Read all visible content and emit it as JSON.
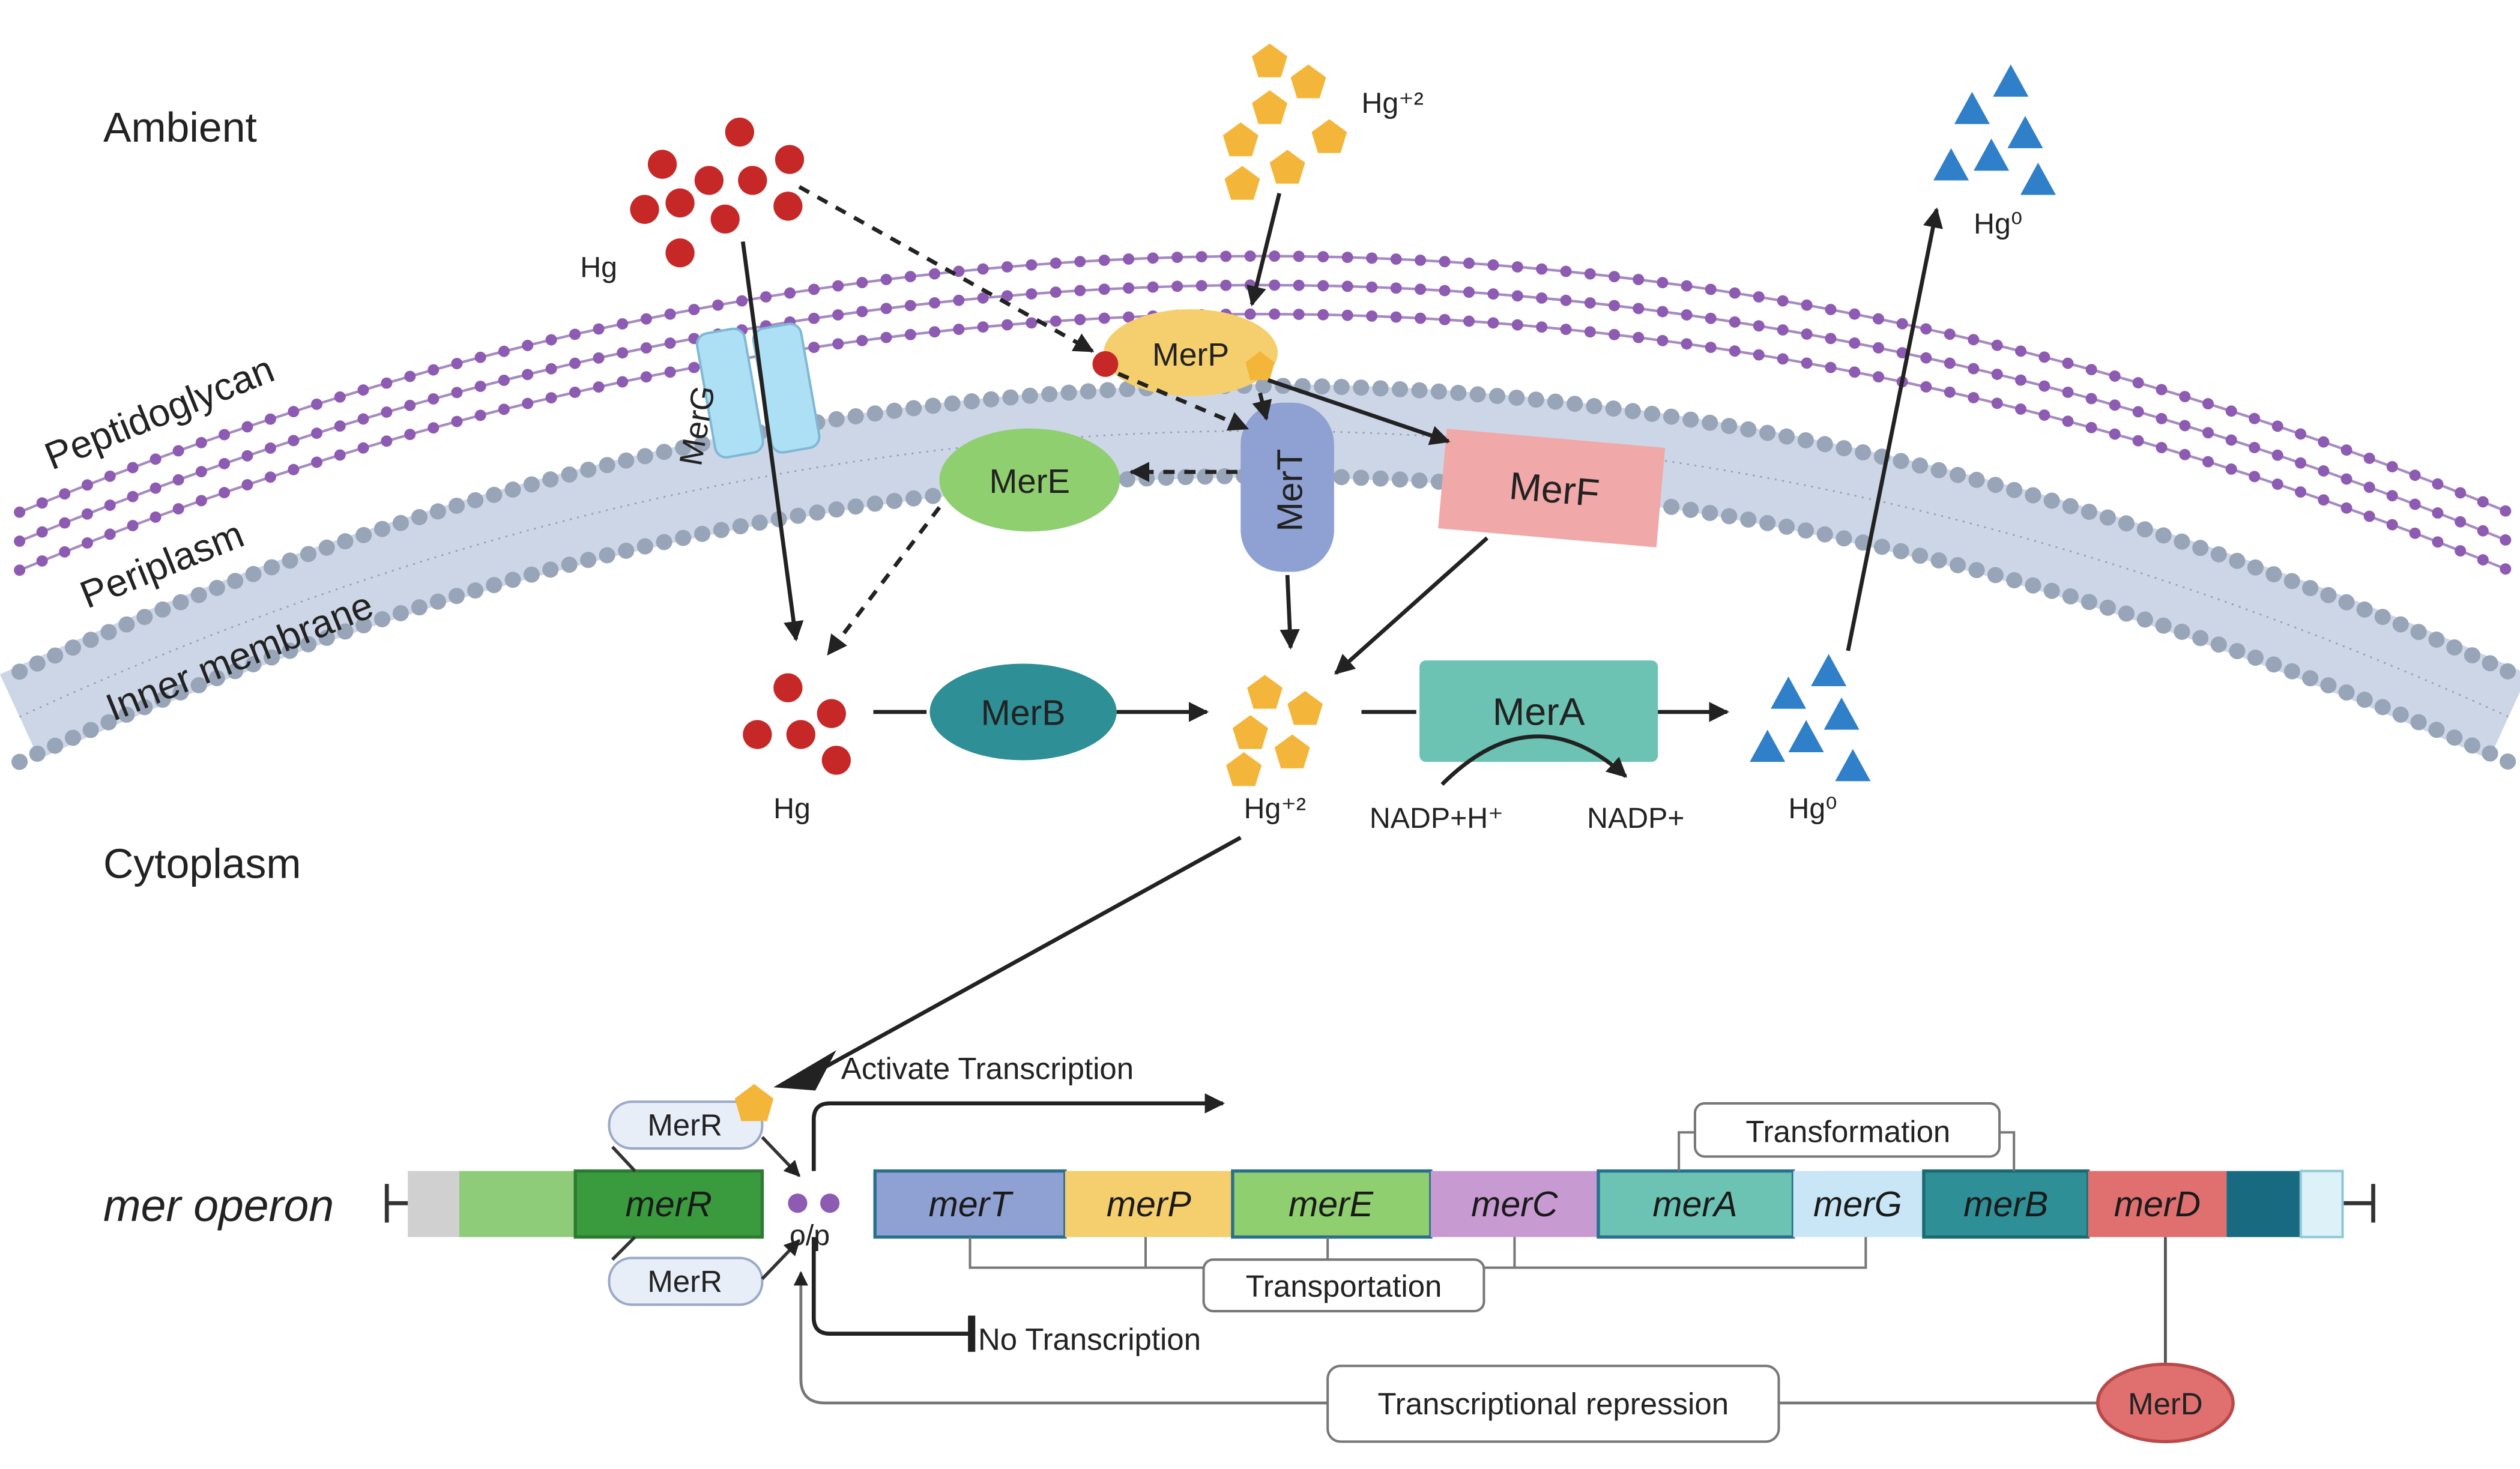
{
  "regions": {
    "ambient": "Ambient",
    "peptidoglycan": "Peptidoglycan",
    "periplasm": "Periplasm",
    "inner_membrane": "Inner membrane",
    "cytoplasm": "Cytoplasm"
  },
  "species": {
    "hg_top": "Hg",
    "hg2_top": "Hg⁺²",
    "hg0_top": "Hg⁰",
    "hg_cyto": "Hg",
    "hg2_cyto": "Hg⁺²",
    "hg0_cyto": "Hg⁰",
    "nadph": "NADP+H⁺",
    "nadp": "NADP+"
  },
  "proteins": {
    "merg": "MerG",
    "merp": "MerP",
    "mere": "MerE",
    "mert": "MerT",
    "merf": "MerF",
    "merb": "MerB",
    "mera": "MerA",
    "merr_top": "MerR",
    "merr_bottom": "MerR",
    "merd": "MerD"
  },
  "operon": {
    "title": "mer operon",
    "op": "o/p",
    "activate": "Activate Transcription",
    "no_transcription": "No Transcription",
    "transformation": "Transformation",
    "transportation": "Transportation",
    "repression": "Transcriptional repression",
    "genes": [
      "merR",
      "merT",
      "merP",
      "merE",
      "merC",
      "merA",
      "merG",
      "merB",
      "merD"
    ]
  },
  "colors": {
    "hg": "#c62828",
    "hg2": "#f4b63a",
    "hg0": "#2f7fc9",
    "membrane": "#9aa6b8",
    "peptidoglycan": "#8e5bb3",
    "merG": "#aee0f5",
    "merP": "#f5cf6e",
    "merE": "#8fcf6f",
    "merT": "#8fa0d2",
    "merF": "#f0a8a8",
    "merB": "#2f8f96",
    "merA": "#6cc3b3",
    "merR": "#3a9a3e",
    "merC": "#c79ad2",
    "merD": "#e07070",
    "operonEnd": "#176a80"
  }
}
